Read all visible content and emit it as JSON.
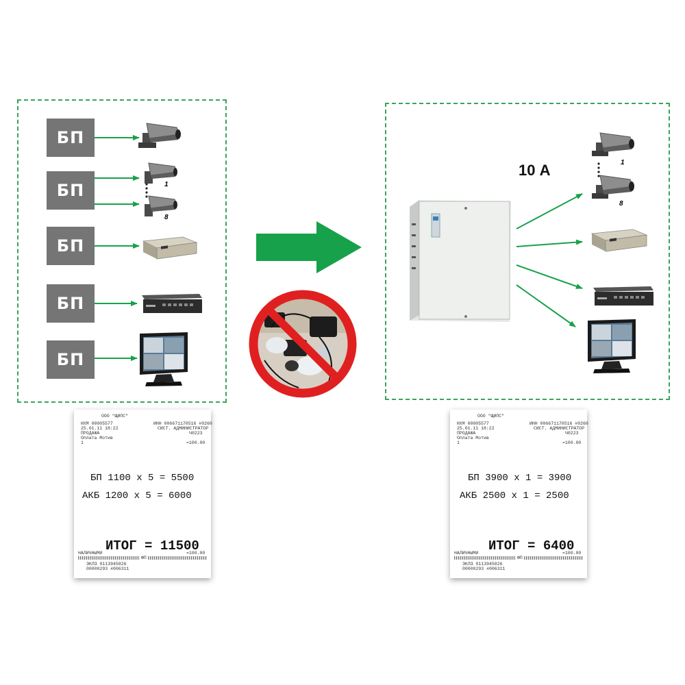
{
  "left_panel": {
    "bp_label": "БП",
    "device_labels": {
      "camera_top": "1",
      "camera_bottom": "8"
    }
  },
  "right_panel": {
    "current_label": "10 А",
    "device_labels": {
      "camera_top": "1",
      "camera_bottom": "8"
    }
  },
  "receipt_header": {
    "org": "ООО \"ЩИПС\"",
    "kkm": "ККМ 00005577",
    "inn": "ИНН 006671170516 #0260",
    "date": "25.01.11 18:22",
    "cashier": "СИСТ. АДМИНИСТРАТОР",
    "sale": "ПРОДАЖА",
    "code": "Ч0223",
    "payment": "Оплата Мотив",
    "qty": "1",
    "amount": "=100.00",
    "cash": "НАЛИЧНЫМИ",
    "cash_amount": "=100.00",
    "fp": "ФП",
    "eklz": "ЭКЛЗ 0113945826",
    "doc": "00000293 #006311"
  },
  "receipt_left": {
    "line1": "БП 1100 x 5 = 5500",
    "line2": "АКБ 1200 x 5 = 6000",
    "total": "ИТОГ = 11500"
  },
  "receipt_right": {
    "line1": "БП 3900 x 1 = 3900",
    "line2": "АКБ 2500 x 1 = 2500",
    "total": "ИТОГ = 6400"
  },
  "colors": {
    "accent_green": "#17a14a",
    "bp_gray": "#757575",
    "prohibition_red": "#e02020"
  }
}
